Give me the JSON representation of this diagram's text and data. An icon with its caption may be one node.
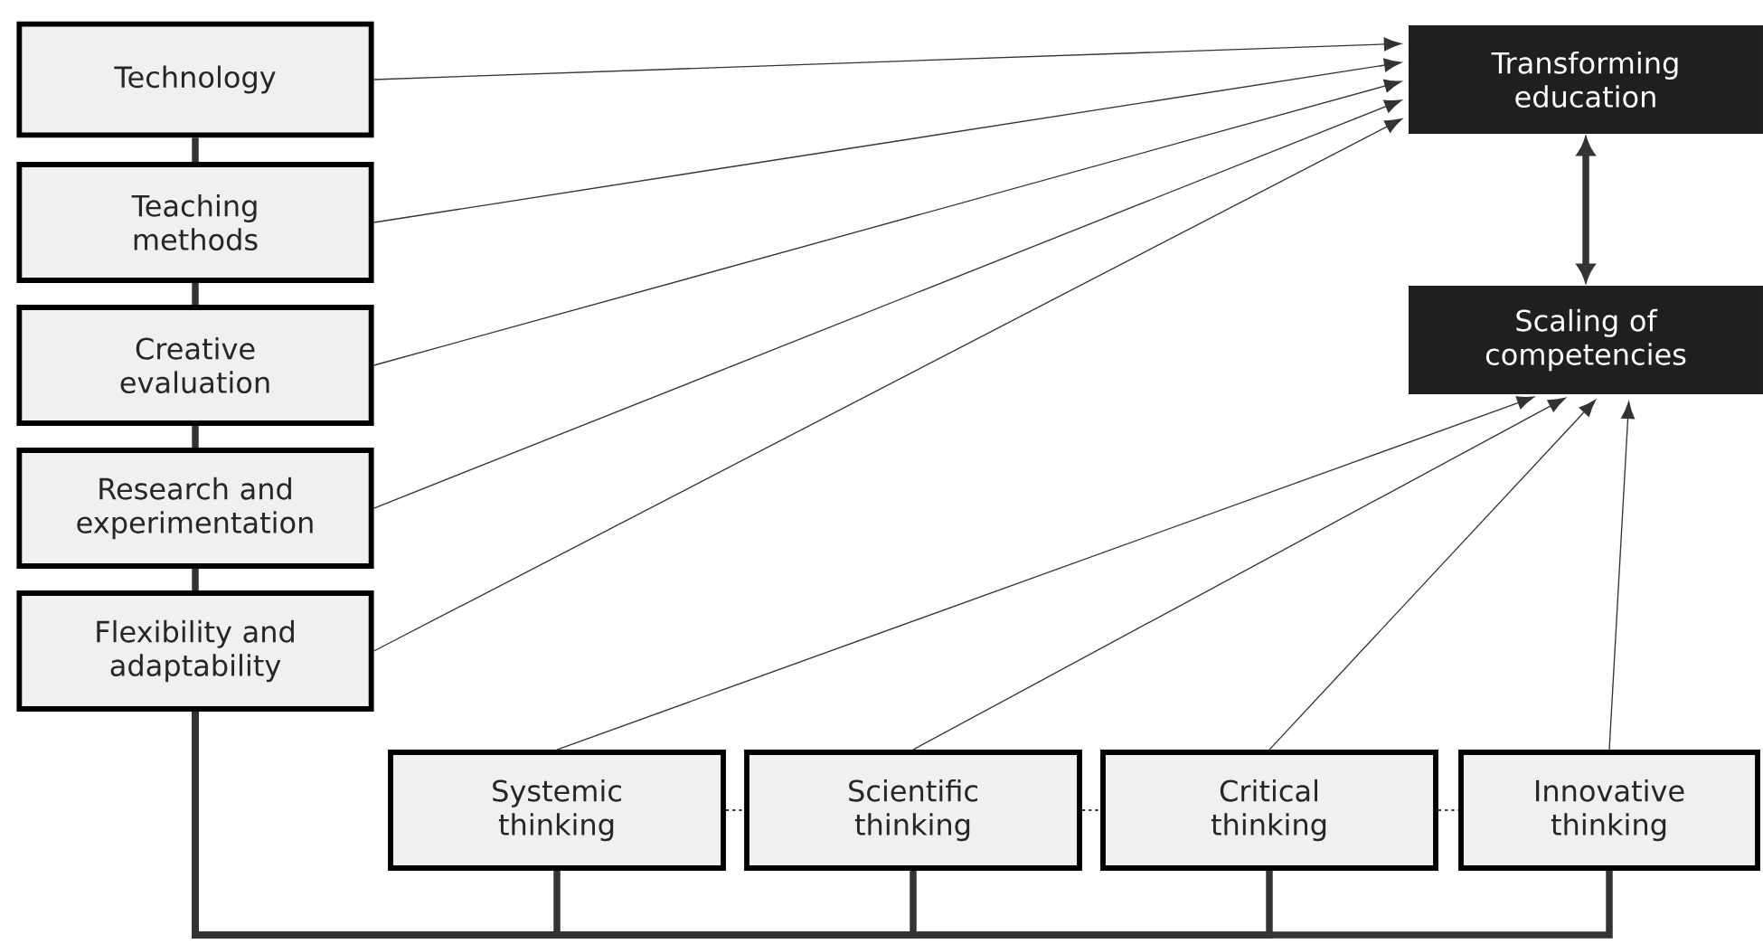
{
  "diagram": {
    "nodes": [
      {
        "text": [
          "Technology"
        ]
      },
      {
        "text": [
          "Teaching methods"
        ]
      },
      {
        "text": [
          "Creative evaluation"
        ]
      },
      {
        "text": [
          "Research and experimentation"
        ]
      },
      {
        "text": [
          "Flexibility and adaptability"
        ]
      },
      {
        "text": [
          "Transforming education"
        ]
      },
      {
        "text": [
          "Scaling of competencies"
        ]
      },
      {
        "text": [
          "Systemic thinking"
        ]
      },
      {
        "text": [
          "Scientific thinking"
        ]
      },
      {
        "text": [
          "Critical thinking"
        ]
      },
      {
        "text": [
          "Innovative thinking"
        ]
      }
    ],
    "edges": [
      {
        "from": 0,
        "to": 5,
        "arrow": "to"
      },
      {
        "from": 1,
        "to": 5,
        "arrow": "to"
      },
      {
        "from": 2,
        "to": 5,
        "arrow": "to"
      },
      {
        "from": 3,
        "to": 5,
        "arrow": "to"
      },
      {
        "from": 4,
        "to": 5,
        "arrow": "to"
      },
      {
        "from": 5,
        "to": 6,
        "arrow": "both",
        "style": "thick"
      },
      {
        "from": 7,
        "to": 6,
        "arrow": "to"
      },
      {
        "from": 8,
        "to": 6,
        "arrow": "to"
      },
      {
        "from": 9,
        "to": 6,
        "arrow": "to"
      },
      {
        "from": 10,
        "to": 6,
        "arrow": "to"
      },
      {
        "from": 0,
        "to": 1,
        "arrow": "none",
        "style": "thick"
      },
      {
        "from": 1,
        "to": 2,
        "arrow": "none",
        "style": "thick"
      },
      {
        "from": 2,
        "to": 3,
        "arrow": "none",
        "style": "thick"
      },
      {
        "from": 3,
        "to": 4,
        "arrow": "none",
        "style": "thick"
      },
      {
        "from": 4,
        "to": 7,
        "arrow": "none",
        "style": "thick"
      },
      {
        "from": 4,
        "to": 8,
        "arrow": "none",
        "style": "thick"
      },
      {
        "from": 4,
        "to": 9,
        "arrow": "none",
        "style": "thick"
      },
      {
        "from": 4,
        "to": 10,
        "arrow": "none",
        "style": "thick"
      },
      {
        "from": 7,
        "to": 8,
        "arrow": "none",
        "style": "dashed"
      },
      {
        "from": 8,
        "to": 9,
        "arrow": "none",
        "style": "dashed"
      },
      {
        "from": 9,
        "to": 10,
        "arrow": "none",
        "style": "dashed"
      }
    ]
  }
}
